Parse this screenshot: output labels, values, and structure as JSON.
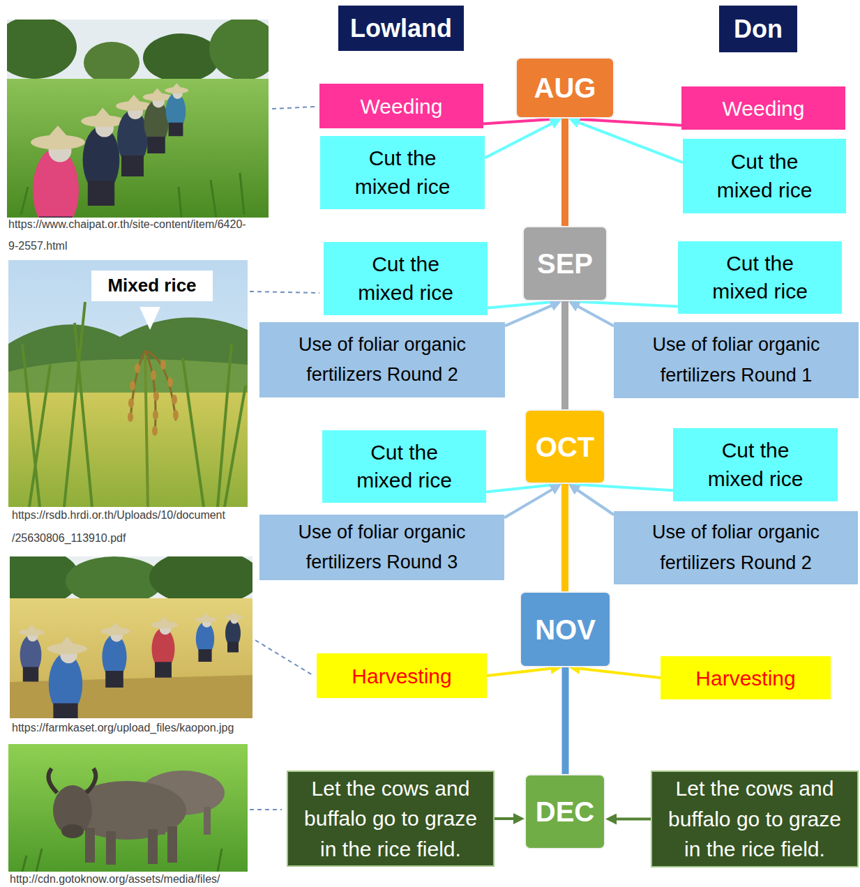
{
  "diagram": {
    "nodes": [
      {
        "text": [
          "Lowland"
        ]
      },
      {
        "text": [
          "Don"
        ]
      },
      {
        "text": [
          "AUG"
        ]
      },
      {
        "text": [
          "Weeding"
        ]
      },
      {
        "text": [
          "Weeding"
        ]
      },
      {
        "text": [
          "Cut the mixed rice"
        ]
      },
      {
        "text": [
          "Cut the mixed rice"
        ]
      },
      {
        "text": [
          "SEP"
        ]
      },
      {
        "text": [
          "Cut the mixed rice"
        ]
      },
      {
        "text": [
          "Cut the mixed rice"
        ]
      },
      {
        "text": [
          "Use of foliar organic fertilizers Round 2"
        ]
      },
      {
        "text": [
          "Use of foliar organic fertilizers Round 1"
        ]
      },
      {
        "text": [
          "OCT"
        ]
      },
      {
        "text": [
          "Cut the mixed rice"
        ]
      },
      {
        "text": [
          "Cut the mixed rice"
        ]
      },
      {
        "text": [
          "Use of foliar organic fertilizers Round 3"
        ]
      },
      {
        "text": [
          "Use of foliar organic fertilizers Round 2"
        ]
      },
      {
        "text": [
          "NOV"
        ]
      },
      {
        "text": [
          "Harvesting"
        ]
      },
      {
        "text": [
          "Harvesting"
        ]
      },
      {
        "text": [
          "DEC"
        ]
      },
      {
        "text": [
          "Let the cows and buffalo go to graze in the rice field."
        ]
      },
      {
        "text": [
          "Let the cows and buffalo go to graze in the rice field."
        ]
      },
      {
        "text": [
          "Mixed rice"
        ]
      }
    ],
    "edges": [
      {
        "from": 2,
        "to": 7,
        "arrow": "none"
      },
      {
        "from": 7,
        "to": 12,
        "arrow": "none"
      },
      {
        "from": 12,
        "to": 17,
        "arrow": "none"
      },
      {
        "from": 17,
        "to": 20,
        "arrow": "none"
      },
      {
        "from": 3,
        "to": 2,
        "arrow": "to"
      },
      {
        "from": 5,
        "to": 2,
        "arrow": "to"
      },
      {
        "from": 4,
        "to": 2,
        "arrow": "to"
      },
      {
        "from": 6,
        "to": 2,
        "arrow": "to"
      },
      {
        "from": 8,
        "to": 7,
        "arrow": "to"
      },
      {
        "from": 10,
        "to": 7,
        "arrow": "to"
      },
      {
        "from": 9,
        "to": 7,
        "arrow": "to"
      },
      {
        "from": 11,
        "to": 7,
        "arrow": "to"
      },
      {
        "from": 13,
        "to": 12,
        "arrow": "to"
      },
      {
        "from": 15,
        "to": 12,
        "arrow": "to"
      },
      {
        "from": 14,
        "to": 12,
        "arrow": "to"
      },
      {
        "from": 16,
        "to": 12,
        "arrow": "to"
      },
      {
        "from": 18,
        "to": 17,
        "arrow": "to"
      },
      {
        "from": 19,
        "to": 17,
        "arrow": "to"
      },
      {
        "from": 21,
        "to": 20,
        "arrow": "to"
      },
      {
        "from": 22,
        "to": 20,
        "arrow": "to"
      }
    ],
    "labels": [
      "https://www.chaipat.or.th/site-content/item/6420-",
      "9-2557.html",
      "https://rsdb.hrdi.or.th/Uploads/10/document",
      "/25630806_113910.pdf",
      "https://farmkaset.org/upload_files/kaopon.jpg",
      "http://cdn.gotoknow.org/assets/media/files/"
    ]
  }
}
